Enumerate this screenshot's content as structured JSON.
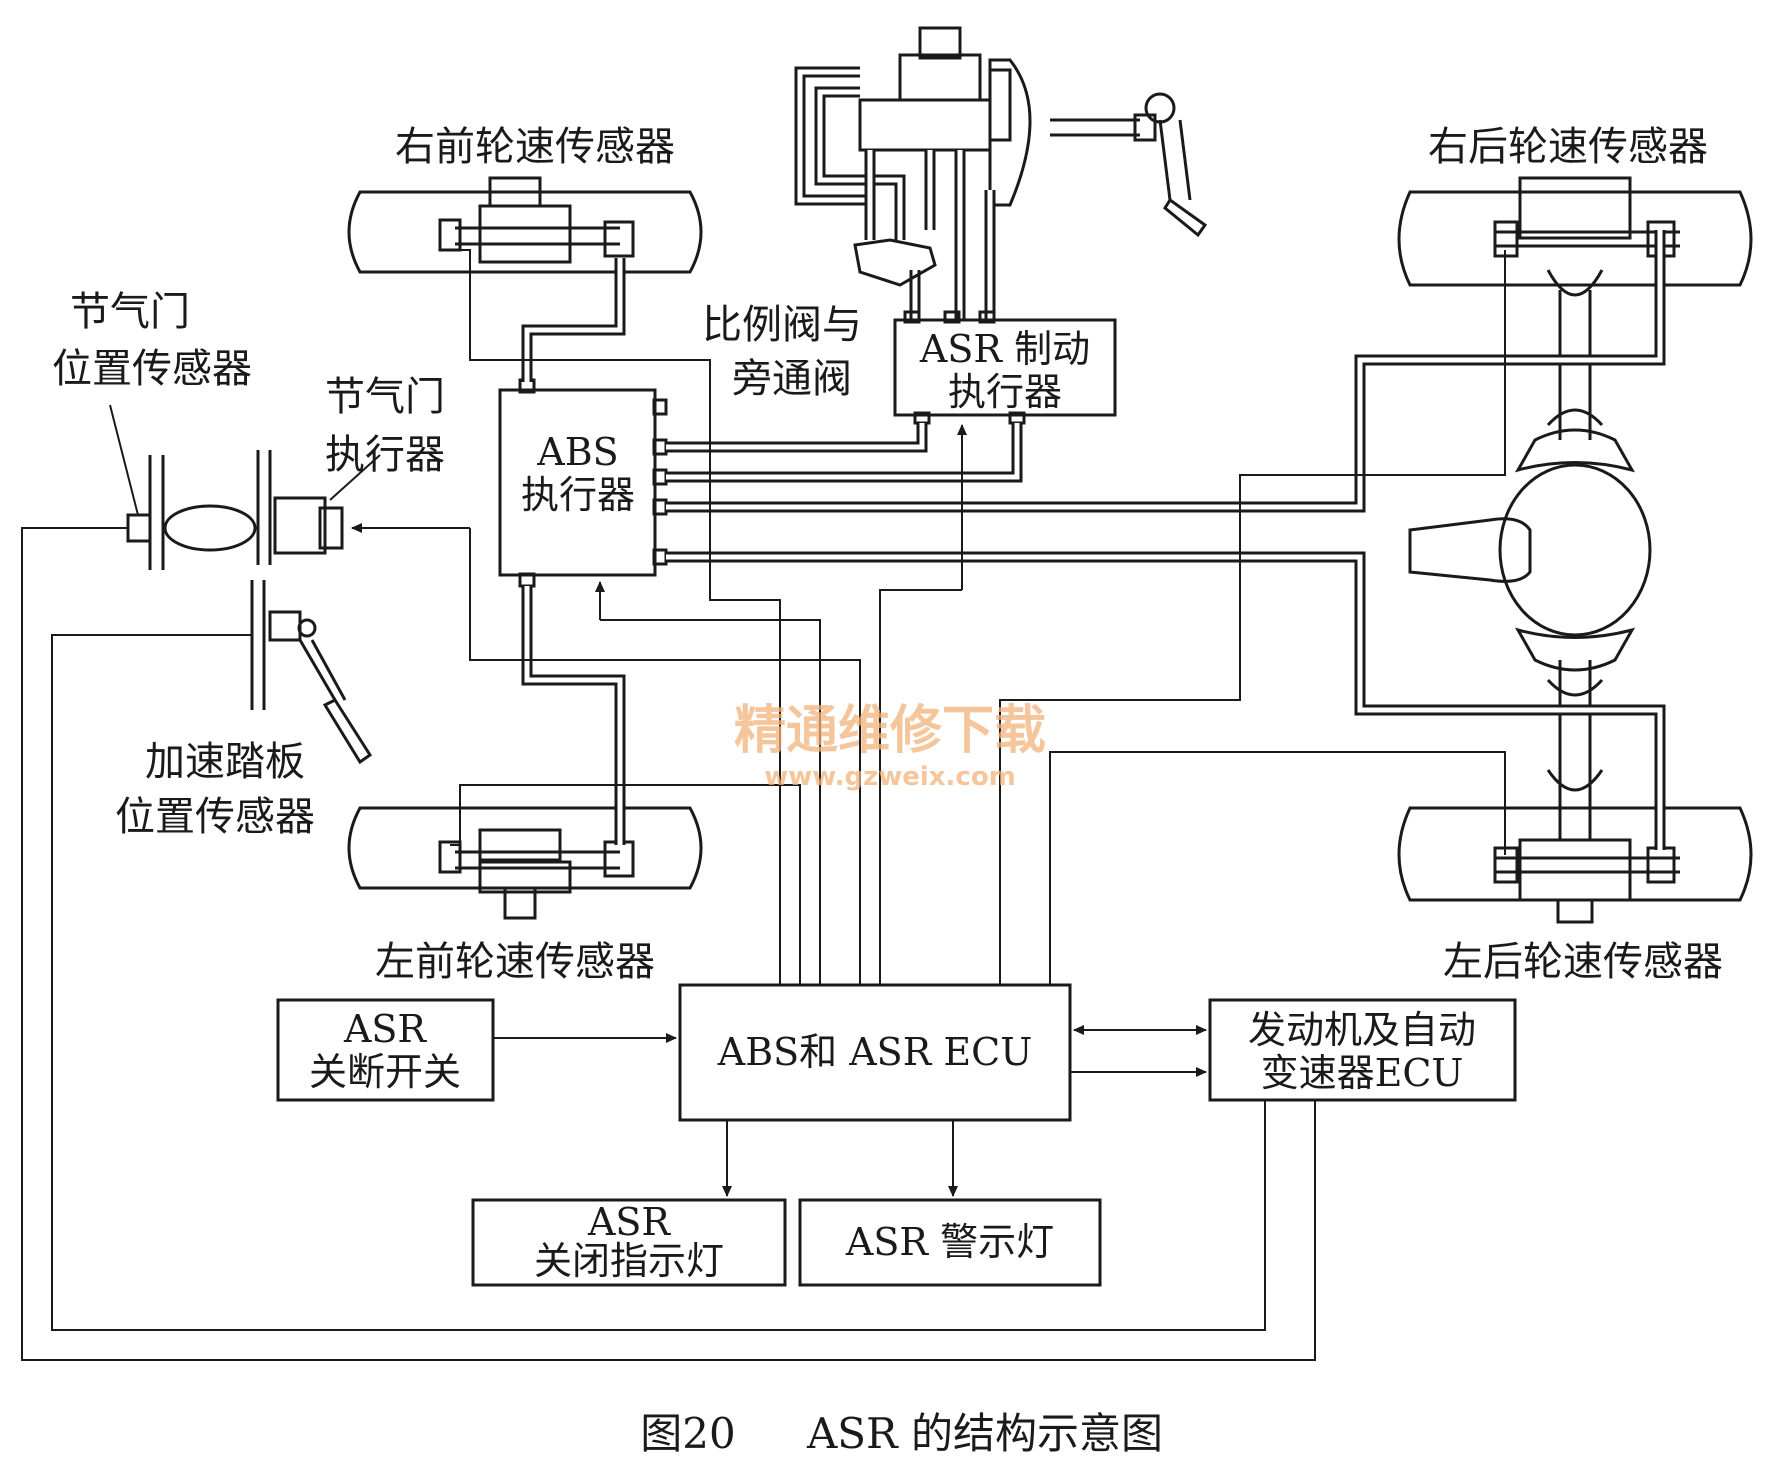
{
  "labels": {
    "right_front_sensor": "右前轮速传感器",
    "right_rear_sensor": "右后轮速传感器",
    "left_front_sensor": "左前轮速传感器",
    "left_rear_sensor": "左后轮速传感器",
    "throttle_sensor_line1": "节气门",
    "throttle_sensor_line2": "位置传感器",
    "throttle_actuator_line1": "节气门",
    "throttle_actuator_line2": "执行器",
    "accel_pedal_line1": "加速踏板",
    "accel_pedal_line2": "位置传感器",
    "prop_valve_line1": "比例阀与",
    "prop_valve_line2": "旁通阀"
  },
  "boxes": {
    "abs_actuator_line1": "ABS",
    "abs_actuator_line2": "执行器",
    "asr_brake_actuator_line1": "ASR 制动",
    "asr_brake_actuator_line2": "执行器",
    "ecu": "ABS和 ASR ECU",
    "asr_switch_line1": "ASR",
    "asr_switch_line2": "关断开关",
    "engine_ecu_line1": "发动机及自动",
    "engine_ecu_line2": "变速器ECU",
    "asr_off_lamp_line1": "ASR",
    "asr_off_lamp_line2": "关闭指示灯",
    "asr_warning_lamp": "ASR 警示灯"
  },
  "watermark": {
    "cn": "精通维修下载",
    "url": "www.gzweix.com"
  },
  "caption": {
    "figure_no": "图20",
    "title": "ASR 的结构示意图"
  }
}
